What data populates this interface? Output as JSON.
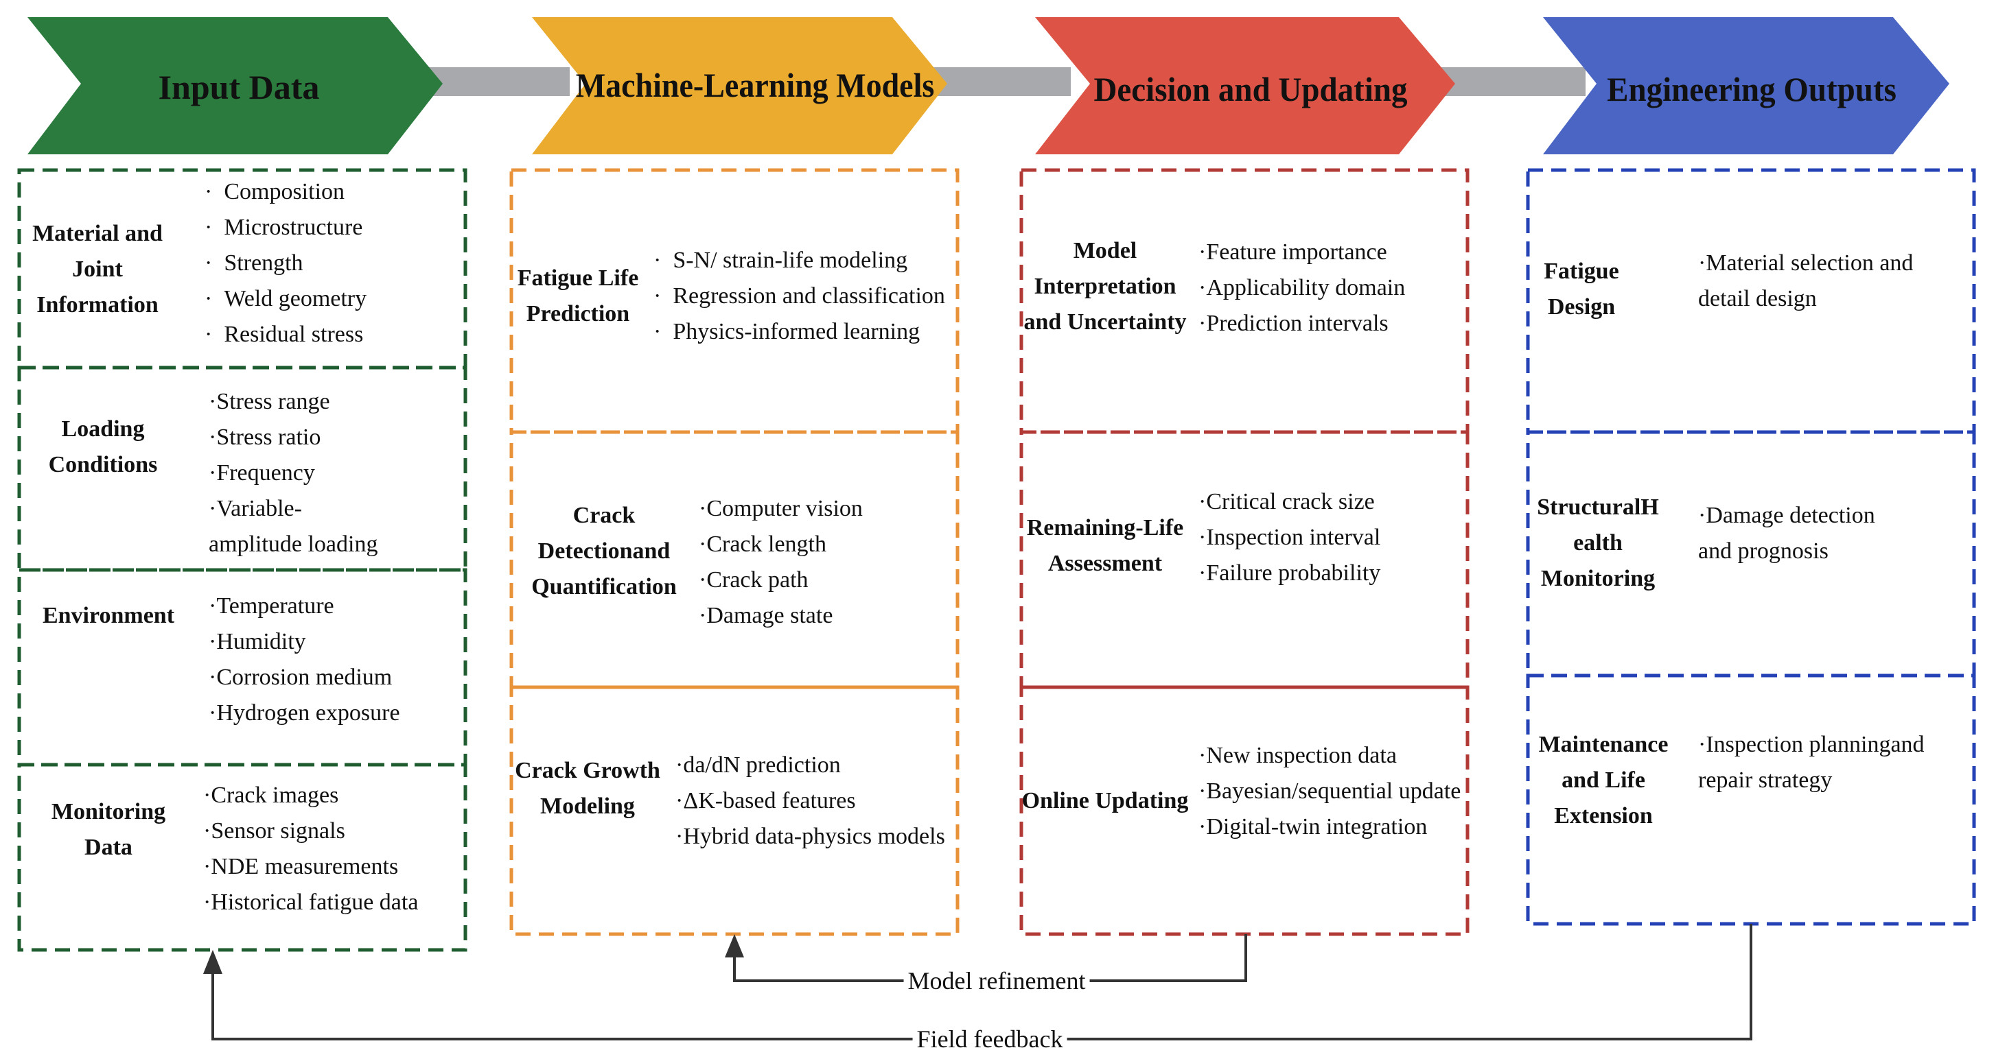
{
  "colors": {
    "input": "#2a7b3d",
    "input_border": "#1f5c30",
    "ml": "#eaab2f",
    "ml_border": "#e8923a",
    "decision": "#dd5446",
    "decision_border": "#b13a36",
    "outputs": "#4a65c3",
    "outputs_border": "#2441b5",
    "connector": "#a7a9ac",
    "feedback": "#333333"
  },
  "stages": [
    {
      "title": "Input Data",
      "sections": [
        {
          "label": [
            "Material and",
            "Joint",
            "Information"
          ],
          "bullet": "·",
          "items": [
            "Composition",
            "Microstructure",
            "Strength",
            "Weld geometry",
            "Residual stress"
          ]
        },
        {
          "label": [
            "Loading",
            "Conditions"
          ],
          "bullet": "·",
          "items": [
            "Stress range",
            "Stress ratio",
            "Frequency",
            "Variable-",
            "amplitude loading"
          ]
        },
        {
          "label": [
            "Environment"
          ],
          "bullet": "·",
          "items": [
            "Temperature",
            "Humidity",
            "Corrosion medium",
            "Hydrogen exposure"
          ]
        },
        {
          "label": [
            "Monitoring",
            "Data"
          ],
          "bullet": "·",
          "items": [
            "Crack images",
            "Sensor signals",
            "NDE measurements",
            "Historical fatigue data"
          ]
        }
      ]
    },
    {
      "title": "Machine-Learning Models",
      "sections": [
        {
          "label": [
            "Fatigue Life",
            "Prediction"
          ],
          "bullet": "·",
          "items": [
            "S-N/ strain-life modeling",
            "Regression and classification",
            "Physics-informed learning"
          ]
        },
        {
          "label": [
            "Crack",
            "Detectionand",
            "Quantification"
          ],
          "bullet": "·",
          "items": [
            "Computer vision",
            "Crack length",
            "Crack path",
            "Damage state"
          ]
        },
        {
          "label": [
            "Crack Growth",
            "Modeling"
          ],
          "bullet": "·",
          "items": [
            "da/dN prediction",
            "ΔK-based features",
            "Hybrid data-physics models"
          ]
        }
      ]
    },
    {
      "title": "Decision and Updating",
      "sections": [
        {
          "label": [
            "Model",
            "Interpretation",
            "and Uncertainty"
          ],
          "bullet": "·",
          "items": [
            "Feature importance",
            "Applicability domain",
            "Prediction intervals"
          ]
        },
        {
          "label": [
            "Remaining-Life",
            "Assessment"
          ],
          "bullet": "·",
          "items": [
            "Critical crack size",
            "Inspection interval",
            "Failure probability"
          ]
        },
        {
          "label": [
            "Online Updating"
          ],
          "bullet": "·",
          "items": [
            "New inspection data",
            "Bayesian/sequential update",
            "Digital-twin integration"
          ]
        }
      ]
    },
    {
      "title": "Engineering Outputs",
      "sections": [
        {
          "label": [
            "Fatigue",
            "Design"
          ],
          "bullet": "·",
          "items": [
            "Material selection and",
            "detail design"
          ]
        },
        {
          "label": [
            "StructuralH",
            "ealth",
            "Monitoring"
          ],
          "bullet": "·",
          "items": [
            "Damage detection",
            "and prognosis"
          ]
        },
        {
          "label": [
            "Maintenance",
            "and Life",
            "Extension"
          ],
          "bullet": "·",
          "items": [
            "Inspection planningand",
            "repair strategy"
          ]
        }
      ]
    }
  ],
  "feedback": {
    "model_refinement": "Model refinement",
    "field_feedback": "Field feedback"
  }
}
